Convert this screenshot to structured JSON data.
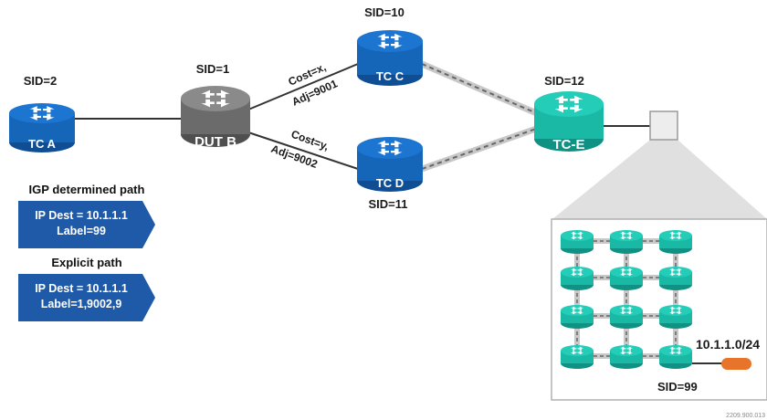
{
  "routers": {
    "tc_a": {
      "name": "TC A",
      "sid": "SID=2"
    },
    "dut_b": {
      "name": "DUT B",
      "sid": "SID=1"
    },
    "tc_c": {
      "name": "TC C",
      "sid": "SID=10"
    },
    "tc_d": {
      "name": "TC D",
      "sid": "SID=11"
    },
    "tc_e": {
      "name": "TC-E",
      "sid": "SID=12"
    }
  },
  "links": {
    "b_c": {
      "cost": "Cost=x,",
      "adj": "Adj=9001"
    },
    "b_d": {
      "cost": "Cost=y,",
      "adj": "Adj=9002"
    }
  },
  "paths": {
    "igp": {
      "heading": "IGP determined path",
      "line1": "IP Dest = 10.1.1.1",
      "line2": "Label=99"
    },
    "explicit": {
      "heading": "Explicit path",
      "line1": "IP Dest = 10.1.1.1",
      "line2": "Label=1,9002,9"
    }
  },
  "grid": {
    "prefix": "10.1.1.0/24",
    "sid": "SID=99"
  },
  "figure_id": "2209.900.013",
  "colors": {
    "blue": "#1565b8",
    "gray": "#6b6b6b",
    "teal": "#19b9a6",
    "orange": "#e8732a",
    "callout": "#1e5aa8"
  }
}
